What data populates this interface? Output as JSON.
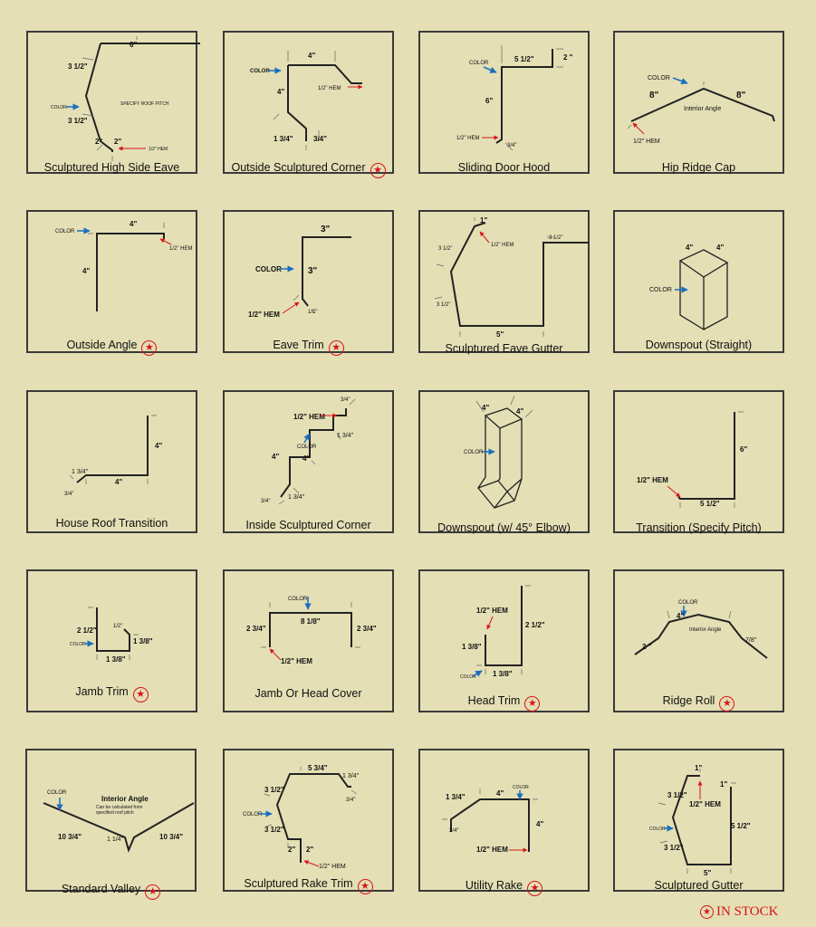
{
  "colors": {
    "background": "#e4dfb5",
    "border": "#3a3a3a",
    "stock": "#d7141a",
    "arrow_color": "#1a6fc0",
    "arrow_hem": "#d7141a"
  },
  "legend": {
    "icon": "star-in-circle-icon",
    "text": "IN STOCK"
  },
  "products": [
    {
      "title": "Sculptured High Side Eave",
      "in_stock": false,
      "labels": [
        "6\"",
        "3 1/2\"",
        "SPECIFY ROOF PITCH",
        "COLOR",
        "3 1/2\"",
        "2\"",
        "2\"",
        "1/2\" HEM"
      ]
    },
    {
      "title": "Outside Sculptured Corner",
      "in_stock": true,
      "labels": [
        "4\"",
        "COLOR",
        "1/2\" HEM",
        "4\"",
        "1 3/4\"",
        "3/4\""
      ]
    },
    {
      "title": "Sliding Door Hood",
      "in_stock": false,
      "labels": [
        "COLOR",
        "5 1/2\"",
        "2 \"",
        "6\"",
        "1/2\" HEM",
        "3/4\""
      ]
    },
    {
      "title": "Hip Ridge Cap",
      "in_stock": false,
      "labels": [
        "COLOR",
        "8\"",
        "8\"",
        "Interior Angle",
        "1/2\" HEM"
      ]
    },
    {
      "title": "Outside Angle",
      "in_stock": true,
      "labels": [
        "COLOR",
        "4\"",
        "1/2\" HEM",
        "4\""
      ]
    },
    {
      "title": "Eave Trim",
      "in_stock": true,
      "labels": [
        "3\"",
        "COLOR",
        "3\"",
        "1/2\" HEM",
        "1/2\""
      ]
    },
    {
      "title": "Sculptured Eave Gutter",
      "in_stock": false,
      "labels": [
        "1\"",
        "1/2\" HEM",
        "3 1/2\"",
        "3 1/2\"",
        "3 1/2\"",
        "5\""
      ]
    },
    {
      "title": "Downspout (Straight)",
      "in_stock": false,
      "labels": [
        "4\"",
        "4\"",
        "COLOR"
      ]
    },
    {
      "title": "House Roof Transition",
      "in_stock": false,
      "labels": [
        "4\"",
        "1 3/4\"",
        "4\"",
        "3/4\""
      ]
    },
    {
      "title": "Inside Sculptured Corner",
      "in_stock": false,
      "labels": [
        "3/4\"",
        "1/2\" HEM",
        "1 3/4\"",
        "COLOR",
        "4\"",
        "4\"",
        "3/4\"",
        "1 3/4\""
      ]
    },
    {
      "title": "Downspout (w/ 45° Elbow)",
      "in_stock": false,
      "labels": [
        "4\"",
        "4\"",
        "COLOR"
      ]
    },
    {
      "title": "Transition (Specify Pitch)",
      "in_stock": false,
      "labels": [
        "6\"",
        "1/2\" HEM",
        "5 1/2\""
      ]
    },
    {
      "title": "Jamb Trim",
      "in_stock": true,
      "labels": [
        "2 1/2\"",
        "1/2\"",
        "1 3/8\"",
        "COLOR",
        "1 3/8\""
      ]
    },
    {
      "title": "Jamb Or Head Cover",
      "in_stock": false,
      "labels": [
        "COLOR",
        "8 1/8\"",
        "2 3/4\"",
        "2 3/4\"",
        "1/2\" HEM"
      ]
    },
    {
      "title": "Head Trim",
      "in_stock": true,
      "labels": [
        "1/2\" HEM",
        "2 1/2\"",
        "1 3/8\"",
        "COLOR",
        "1 3/8\""
      ]
    },
    {
      "title": "Ridge Roll",
      "in_stock": true,
      "labels": [
        "COLOR",
        "4\"",
        "Interior Angle",
        "2 \"",
        "7/8\""
      ]
    },
    {
      "title": "Standard Valley",
      "in_stock": true,
      "labels": [
        "COLOR",
        "Interior Angle",
        "Can be calculated from",
        "specified roof pitch",
        "10 3/4\"",
        "1 1/4\"",
        "10 3/4\""
      ]
    },
    {
      "title": "Sculptured Rake Trim",
      "in_stock": true,
      "labels": [
        "5 3/4\"",
        "1 3/4\"",
        "3 1/2\"",
        "3/4\"",
        "COLOR",
        "3 1/2\"",
        "2\"",
        "2\"",
        "1/2\" HEM"
      ]
    },
    {
      "title": "Utility Rake",
      "in_stock": true,
      "labels": [
        "1 3/4\"",
        "4\"",
        "COLOR",
        "4\"",
        "3/4\"",
        "1/2\" HEM"
      ]
    },
    {
      "title": "Sculptured Gutter",
      "in_stock": false,
      "labels": [
        "1\"",
        "1\"",
        "3 1/2\"",
        "1/2\" HEM",
        "COLOR",
        "5 1/2\"",
        "3 1/2\"",
        "5\""
      ]
    }
  ]
}
